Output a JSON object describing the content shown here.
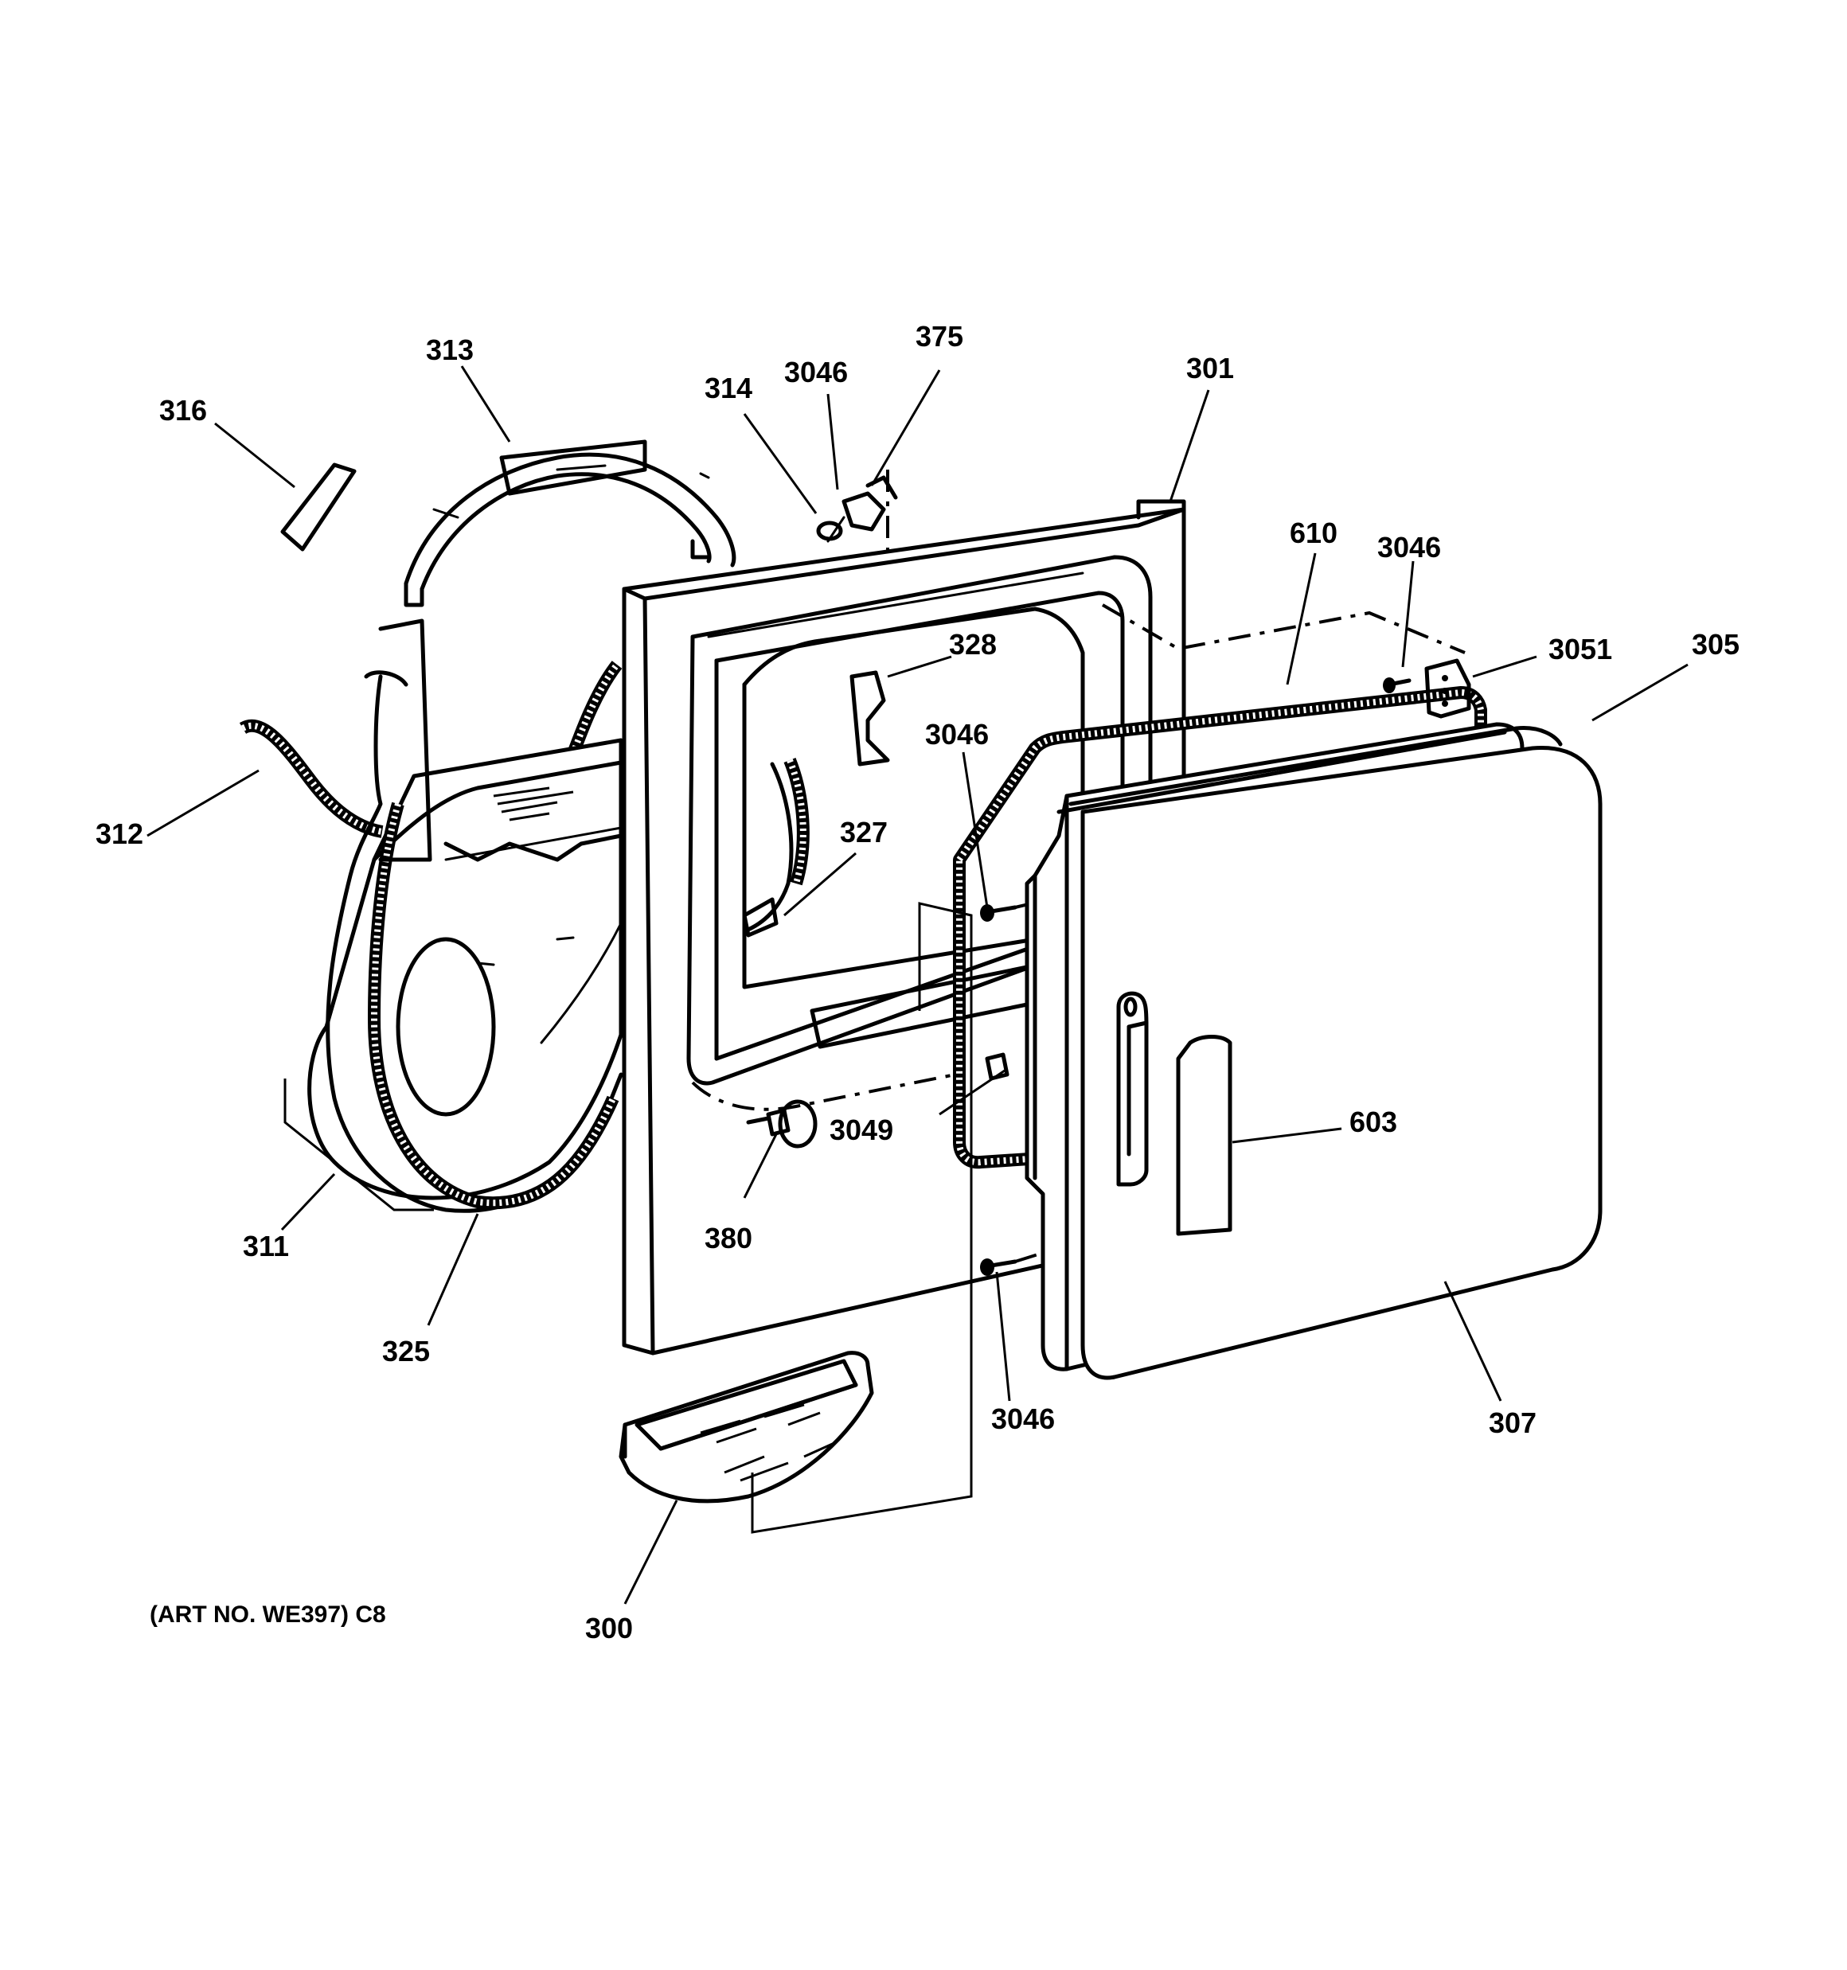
{
  "callouts": [
    {
      "id": "316",
      "text": "316"
    },
    {
      "id": "313",
      "text": "313"
    },
    {
      "id": "314",
      "text": "314"
    },
    {
      "id": "3046a",
      "text": "3046"
    },
    {
      "id": "375",
      "text": "375"
    },
    {
      "id": "301",
      "text": "301"
    },
    {
      "id": "610",
      "text": "610"
    },
    {
      "id": "3046b",
      "text": "3046"
    },
    {
      "id": "3051",
      "text": "3051"
    },
    {
      "id": "305",
      "text": "305"
    },
    {
      "id": "328",
      "text": "328"
    },
    {
      "id": "3046c",
      "text": "3046"
    },
    {
      "id": "312",
      "text": "312"
    },
    {
      "id": "327",
      "text": "327"
    },
    {
      "id": "603",
      "text": "603"
    },
    {
      "id": "3049",
      "text": "3049"
    },
    {
      "id": "380",
      "text": "380"
    },
    {
      "id": "311",
      "text": "311"
    },
    {
      "id": "325",
      "text": "325"
    },
    {
      "id": "3046d",
      "text": "3046"
    },
    {
      "id": "307",
      "text": "307"
    },
    {
      "id": "300",
      "text": "300"
    }
  ],
  "art_number": "(ART NO. WE397) C8"
}
